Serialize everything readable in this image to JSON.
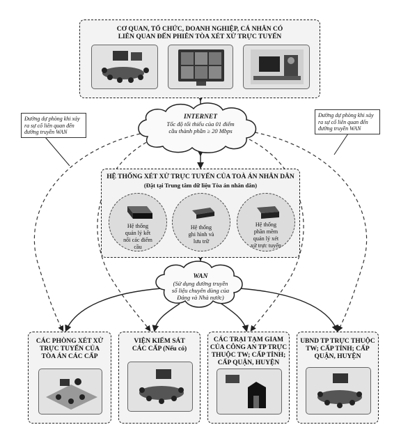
{
  "top_group": {
    "title_line1": "CƠ QUAN, TỔ CHỨC, DOANH NGHIỆP, CÁ NHÂN CÓ",
    "title_line2": "LIÊN QUAN ĐẾN PHIÊN TÒA XÉT XỬ TRỰC TUYẾN"
  },
  "internet": {
    "label": "INTERNET",
    "desc_line1": "Tốc độ tối thiểu của 01 điểm",
    "desc_line2": "cầu thành phần ≥ 20 Mbps"
  },
  "note_left": {
    "line1": "Đường dự phòng khi xảy",
    "line2": "ra sự cố liên quan đến",
    "line3": "đường truyền WAN"
  },
  "note_right": {
    "line1": "Đường dự phòng khi xảy",
    "line2": "ra sự cố liên quan đến",
    "line3": "đường truyền WAN"
  },
  "system": {
    "title": "HỆ THỐNG XÉT XỬ TRỰC TUYẾN CỦA TOÀ ÁN NHÂN DÂN",
    "subtitle": "(Đặt tại Trung tâm dữ liệu Tòa án nhân dân)",
    "components": [
      {
        "lines": [
          "Hệ thống",
          "quản lý kết",
          "nối các điểm",
          "cầu"
        ]
      },
      {
        "lines": [
          "Hệ thống",
          "ghi hình và",
          "lưu trữ"
        ]
      },
      {
        "lines": [
          "Hệ thống",
          "phần mềm",
          "quản lý xét",
          "xử trực tuyến"
        ]
      }
    ]
  },
  "wan": {
    "label": "WAN",
    "desc_line1": "(Sử dụng đường truyền",
    "desc_line2": "số liệu chuyên dùng của",
    "desc_line3": "Đảng và Nhà nước)"
  },
  "bottom_boxes": [
    {
      "lines": [
        "CÁC PHÒNG XÉT XỬ",
        "TRỰC TUYẾN CỦA",
        "TÒA ÁN CÁC CẤP"
      ]
    },
    {
      "lines": [
        "VIỆN KIỂM SÁT",
        "CÁC CẤP (Nếu có)"
      ]
    },
    {
      "lines": [
        "CÁC TRẠI TẠM GIAM",
        "CỦA CÔNG AN TP TRỰC",
        "THUỘC TW; CẤP TỈNH;",
        "CẤP QUẬN, HUYỆN"
      ]
    },
    {
      "lines": [
        "UBND TP TRỰC THUỘC",
        "TW; CẤP TỈNH; CẤP",
        "QUẬN, HUYỆN"
      ]
    }
  ]
}
